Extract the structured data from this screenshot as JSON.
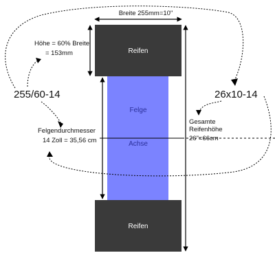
{
  "labels": {
    "width": "Breite 255mm=10\"",
    "height_line1": "Höhe = 60% Breite",
    "height_line2": "= 153mm",
    "tire_code_left": "255/60-14",
    "tire_code_right": "26x10-14",
    "top_tire": "Reifen",
    "bottom_tire": "Reifen",
    "rim": "Felge",
    "axle": "Achse",
    "rim_diameter_line1": "Felgendurchmesser",
    "rim_diameter_line2": "14 Zoll = 35,56 cm",
    "total_height_line1": "Gesamte",
    "total_height_line2": "Reifenhöhe",
    "total_height_line3": "26\"=66cm"
  },
  "colors": {
    "tire": "#3a3a3a",
    "rim": "#7b83ff",
    "rim_text": "#2a2f9a",
    "line": "#000000"
  }
}
